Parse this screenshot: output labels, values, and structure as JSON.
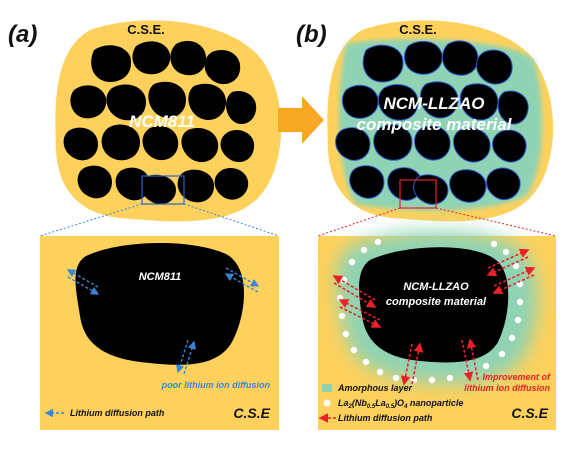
{
  "panel_a": {
    "letter": "(a)",
    "electrolyte_label": "C.S.E.",
    "particle_label": "NCM811",
    "zoom": {
      "particle_label": "NCM811",
      "electrolyte_label": "C.S.E",
      "annotation": "poor  lithium ion diffusion",
      "legend_path": "Lithium diffusion path"
    }
  },
  "panel_b": {
    "letter": "(b)",
    "electrolyte_label": "C.S.E.",
    "particle_label_line1": "NCM-LLZAO",
    "particle_label_line2": "composite material",
    "zoom": {
      "particle_label_line1": "NCM-LLZAO",
      "particle_label_line2": "composite material",
      "electrolyte_label": "C.S.E",
      "annotation_line1": "Improvement of",
      "annotation_line2": "lithium ion diffusion",
      "legend_amorphous": "Amorphous layer",
      "legend_nanoparticle_prefix": "La",
      "legend_nanoparticle_sub1": "2",
      "legend_nanoparticle_mid1": "(Nb",
      "legend_nanoparticle_sub2": "0.5",
      "legend_nanoparticle_mid2": "La",
      "legend_nanoparticle_sub3": "0.5",
      "legend_nanoparticle_mid3": ")O",
      "legend_nanoparticle_sub4": "4",
      "legend_nanoparticle_suffix": " nanoparticle",
      "legend_path": "Lithium diffusion path"
    }
  },
  "colors": {
    "electrolyte": "#fdd15c",
    "particle": "#000000",
    "coating": "#8fd3b4",
    "particle_outline": "#2a5fd0",
    "arrow": "#f7a823",
    "blue_path": "#3a86d6",
    "red_path": "#e8212b",
    "dots": "#ffffff"
  }
}
